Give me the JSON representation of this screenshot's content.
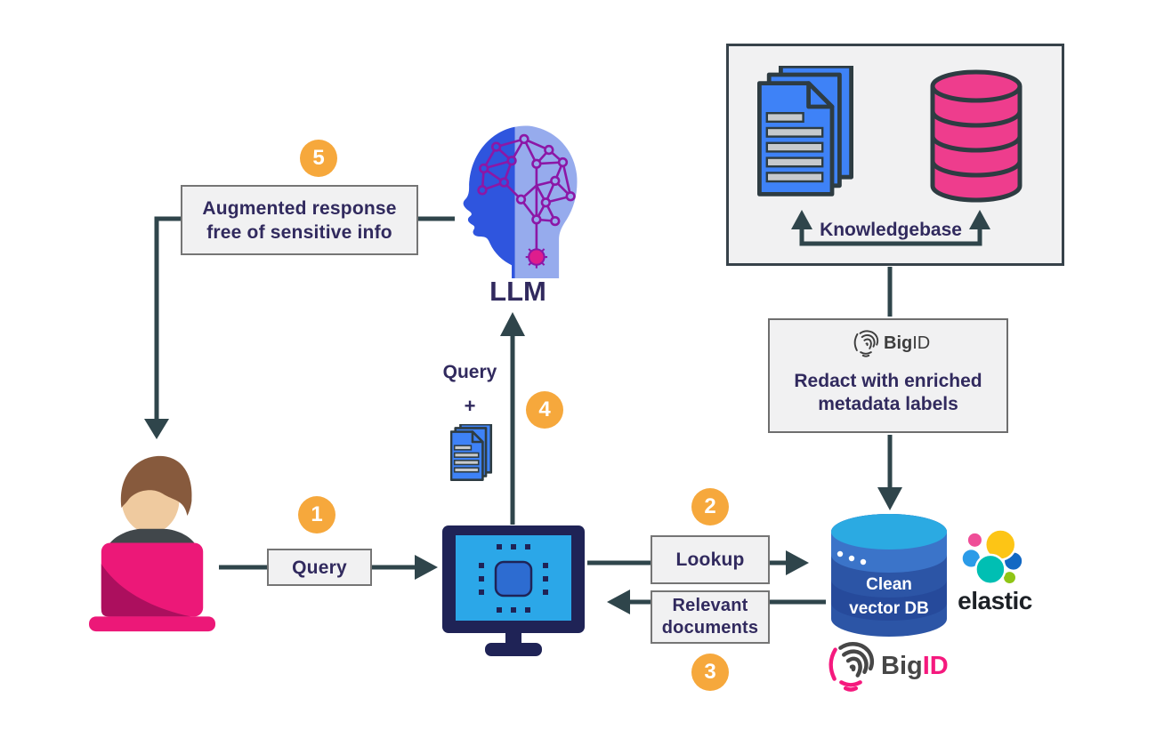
{
  "palette": {
    "arrow": "#2F454B",
    "navy_text": "#312A5E",
    "badge_orange": "#F6A83C",
    "box_bg": "#F1F1F2",
    "doc_blue": "#3E82F7",
    "db_pink": "#EE3D8D",
    "bigid_pink": "#F5197E",
    "screen_blue": "#2BA7E8",
    "monitor_navy": "#1F2356"
  },
  "knowledgebase": {
    "label": "Knowledgebase"
  },
  "redact_box": {
    "logo_big": "Big",
    "logo_id": "ID",
    "line1": "Redact with enriched",
    "line2": "metadata labels"
  },
  "vector_db": {
    "line1": "Clean",
    "line2": "vector DB"
  },
  "elastic": {
    "wordmark": "elastic"
  },
  "bigid": {
    "word_big": "Big",
    "word_id": "ID"
  },
  "llm": {
    "label": "LLM"
  },
  "steps": {
    "step1": {
      "number": "1",
      "label": "Query"
    },
    "step2": {
      "number": "2",
      "label": "Lookup"
    },
    "step3": {
      "number": "3",
      "line1": "Relevant",
      "line2": "documents"
    },
    "step4": {
      "number": "4",
      "query_label": "Query",
      "plus": "+"
    },
    "step5": {
      "number": "5",
      "line1": "Augmented response",
      "line2": "free of sensitive info"
    }
  }
}
